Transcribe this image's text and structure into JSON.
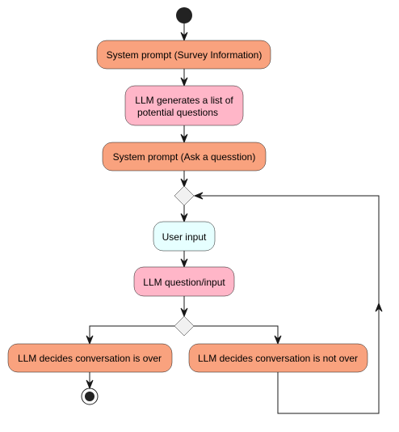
{
  "colors": {
    "system_step": "#F9A27E",
    "llm_step": "#FFB6C8",
    "user_step": "#E6FFFF",
    "decision": "#F1F1F1",
    "outline": "#181818",
    "start": "#222222"
  },
  "nodes": {
    "survey_prompt": "System prompt (Survey Information)",
    "question_list_line1": "LLM generates a list of",
    "question_list_line2": "potential questions",
    "ask_prompt": "System prompt (Ask a quesstion)",
    "user_input": "User input",
    "llm_question_input": "LLM question/input",
    "conversation_over": "LLM decides conversation is over",
    "conversation_not_over": "LLM decides conversation is not over"
  }
}
